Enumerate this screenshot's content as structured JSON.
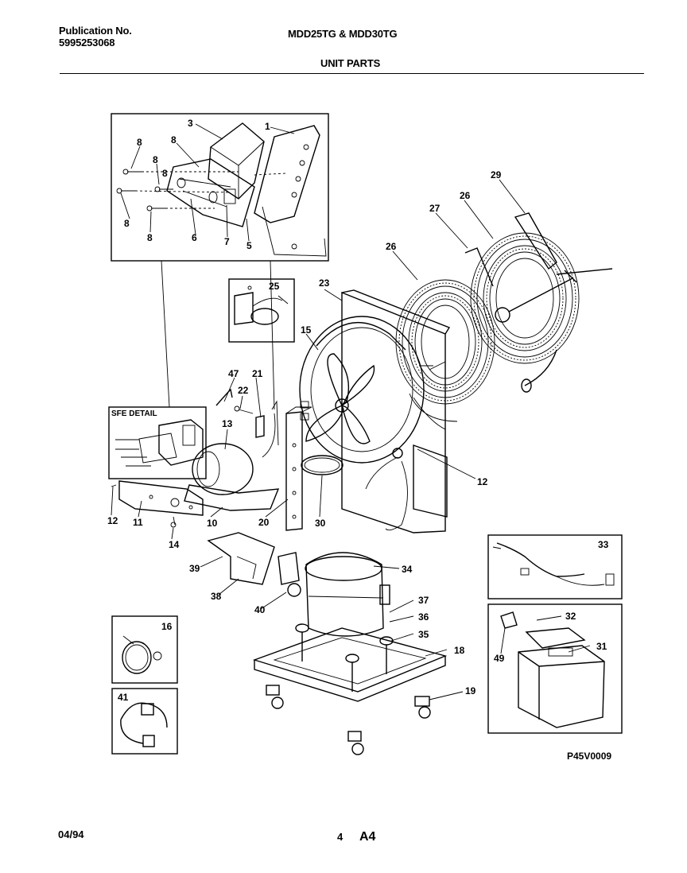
{
  "header": {
    "publication_label": "Publication No.",
    "publication_number": "5995253068",
    "models": "MDD25TG & MDD30TG",
    "section_title": "UNIT PARTS"
  },
  "diagram": {
    "inset_label": "SFE DETAIL",
    "drawing_code": "P45V0009",
    "callouts": {
      "c1": "1",
      "c3": "3",
      "c5": "5",
      "c6": "6",
      "c7": "7",
      "c8a": "8",
      "c8b": "8",
      "c8c": "8",
      "c8d": "8",
      "c8e": "8",
      "c8f": "8",
      "c10": "10",
      "c11": "11",
      "c12a": "12",
      "c12b": "12",
      "c13": "13",
      "c14": "14",
      "c15": "15",
      "c16": "16",
      "c18": "18",
      "c19": "19",
      "c20": "20",
      "c21": "21",
      "c22": "22",
      "c23": "23",
      "c25": "25",
      "c26a": "26",
      "c26b": "26",
      "c27": "27",
      "c29": "29",
      "c30": "30",
      "c31": "31",
      "c32": "32",
      "c33": "33",
      "c34": "34",
      "c35": "35",
      "c36": "36",
      "c37": "37",
      "c38": "38",
      "c39": "39",
      "c40": "40",
      "c41": "41",
      "c47": "47",
      "c49": "49"
    }
  },
  "footer": {
    "date": "04/94",
    "page_number": "4",
    "page_code": "A4"
  }
}
